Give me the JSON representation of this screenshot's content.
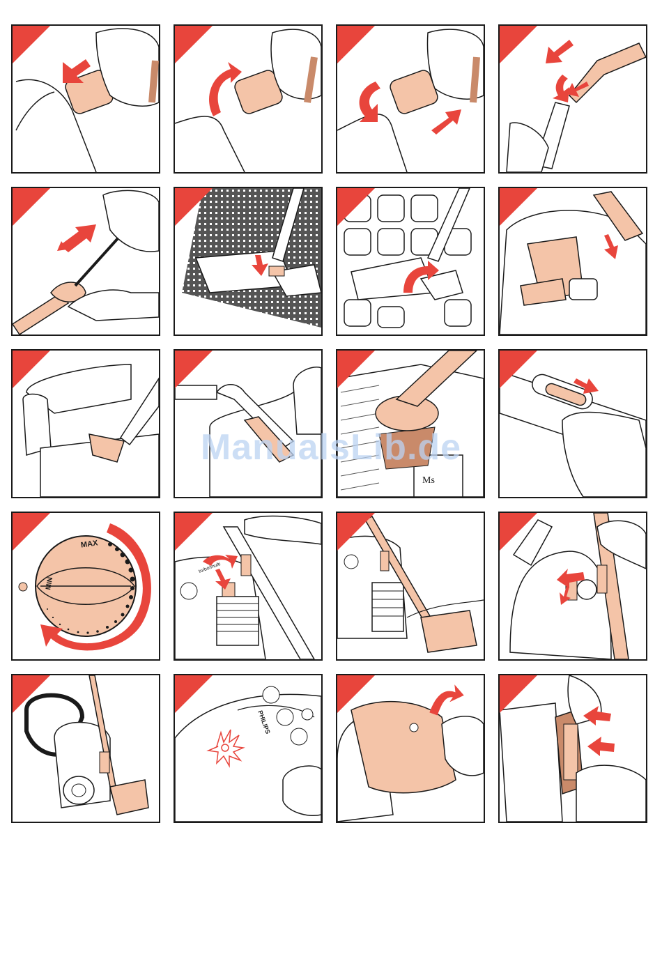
{
  "watermark": "ManualsLib.de",
  "dial": {
    "max_label": "MAX",
    "min_label": "MIN"
  },
  "appliance": {
    "brand": "PHILIPS",
    "panel_label": "turbo/multi",
    "box_label": "Ms"
  },
  "colors": {
    "accent_red": "#e8453c",
    "peach": "#f4c4a8",
    "peach_dark": "#c98a6a",
    "line": "#1a1a1a"
  },
  "panels": [
    {
      "icon": "hose-insert-icon"
    },
    {
      "icon": "hose-rotate-icon"
    },
    {
      "icon": "hose-remove-icon"
    },
    {
      "icon": "tube-connect-icon"
    },
    {
      "icon": "tube-extend-icon"
    },
    {
      "icon": "nozzle-carpet-icon"
    },
    {
      "icon": "nozzle-hardfloor-icon"
    },
    {
      "icon": "accessory-storage-icon"
    },
    {
      "icon": "crevice-tool-icon"
    },
    {
      "icon": "upholstery-tool-icon"
    },
    {
      "icon": "dusting-brush-icon"
    },
    {
      "icon": "suction-slide-icon"
    },
    {
      "icon": "power-dial-icon"
    },
    {
      "icon": "parking-slot-icon"
    },
    {
      "icon": "parking-position-icon"
    },
    {
      "icon": "storage-position-icon"
    },
    {
      "icon": "upright-storage-icon"
    },
    {
      "icon": "bag-full-indicator-icon"
    },
    {
      "icon": "cover-open-icon"
    },
    {
      "icon": "bag-remove-icon"
    }
  ]
}
